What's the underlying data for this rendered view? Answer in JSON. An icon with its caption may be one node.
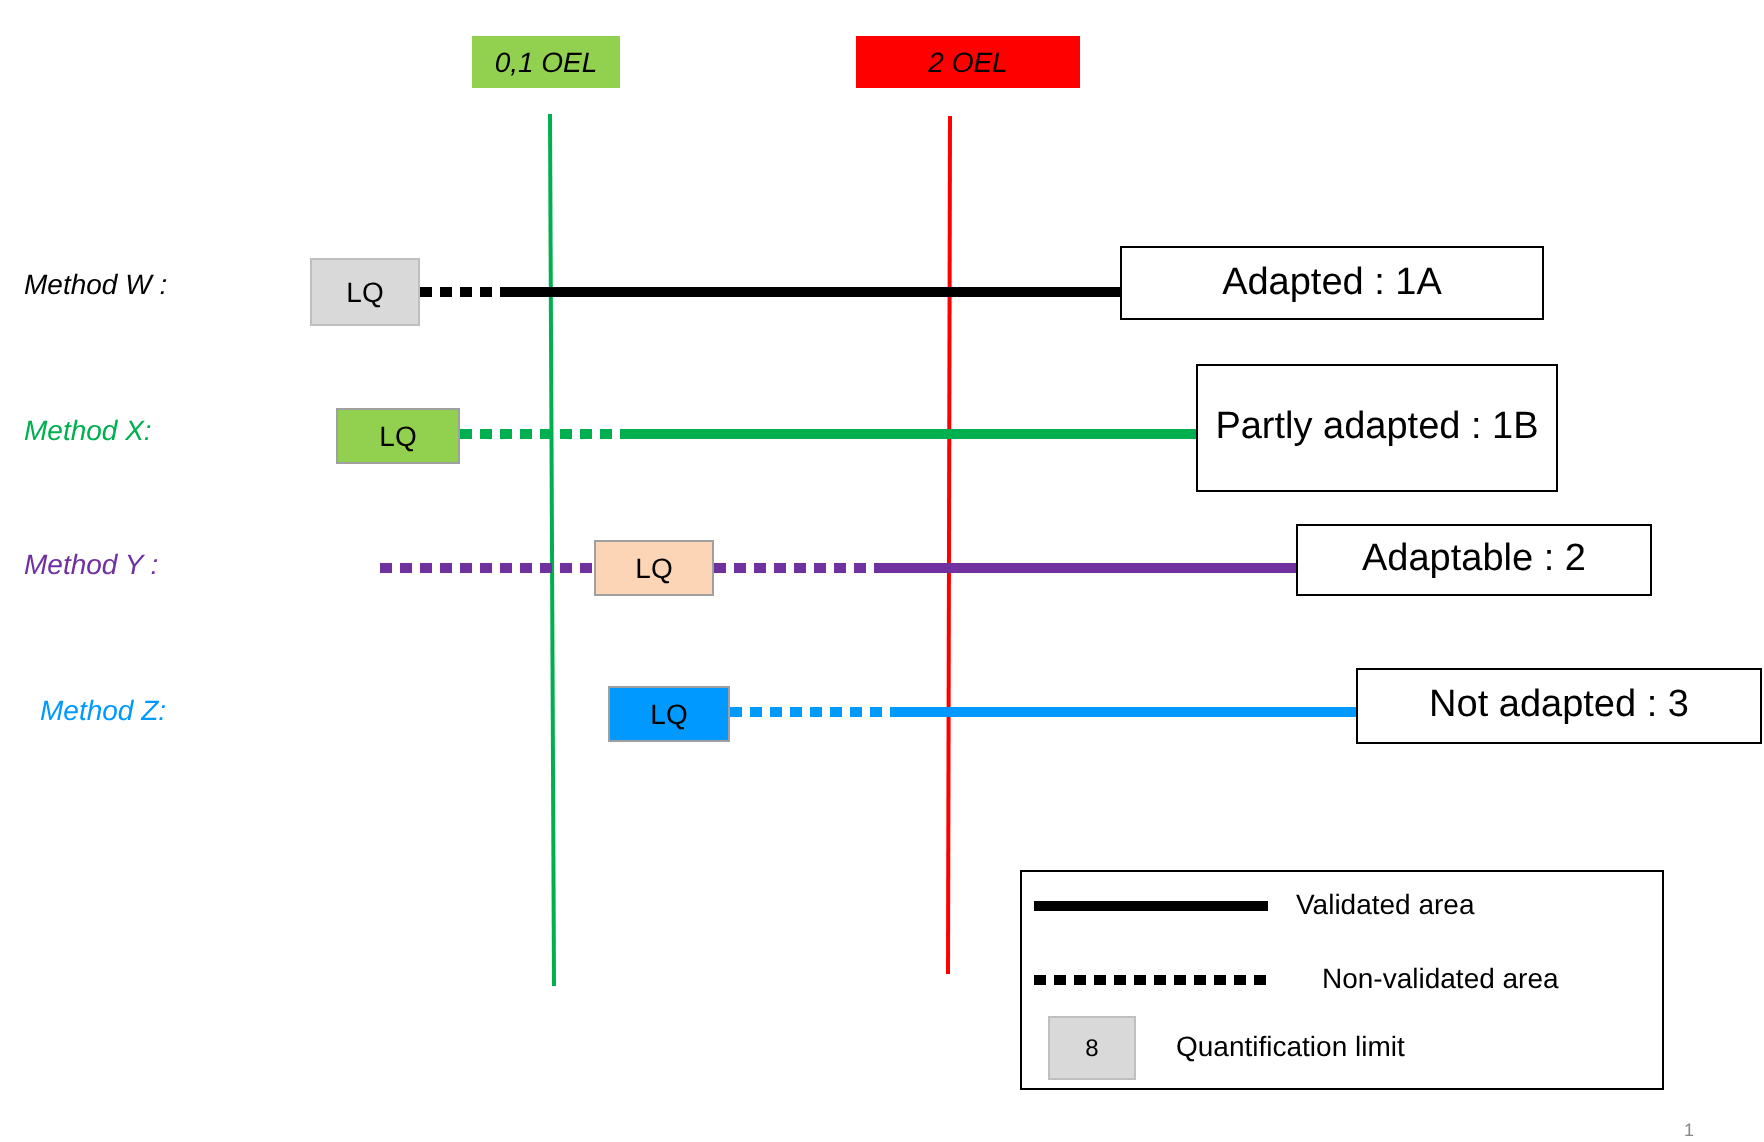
{
  "diagram": {
    "nodes": [
      {
        "text": [
          "0,1 OEL"
        ]
      },
      {
        "text": [
          "2 OEL"
        ]
      },
      {
        "text": [
          "LQ"
        ]
      },
      {
        "text": [
          "Adapted : 1A"
        ]
      },
      {
        "text": [
          "LQ"
        ]
      },
      {
        "text": [
          "Partly adapted : 1B"
        ]
      },
      {
        "text": [
          "LQ"
        ]
      },
      {
        "text": [
          "Adaptable : 2"
        ]
      },
      {
        "text": [
          "LQ"
        ]
      },
      {
        "text": [
          "Not adapted : 3"
        ]
      }
    ],
    "edges": [
      {
        "from": 2,
        "to": 3,
        "arrow": "none",
        "color": "#000000"
      },
      {
        "from": 4,
        "to": 5,
        "arrow": "none",
        "color": "#00b050"
      },
      {
        "from": 6,
        "to": 7,
        "arrow": "none",
        "color": "#7030a0"
      },
      {
        "from": 8,
        "to": 9,
        "arrow": "none",
        "color": "#0099ff"
      }
    ],
    "labels": [
      "Method W :",
      "Method X:",
      "Method Y :",
      "Method Z:",
      "8",
      "1"
    ],
    "legend": [
      {
        "text": "Validated area"
      },
      {
        "text": "Non-validated area"
      },
      {
        "text": "Quantification limit",
        "color": "#d9d9d9"
      }
    ]
  }
}
